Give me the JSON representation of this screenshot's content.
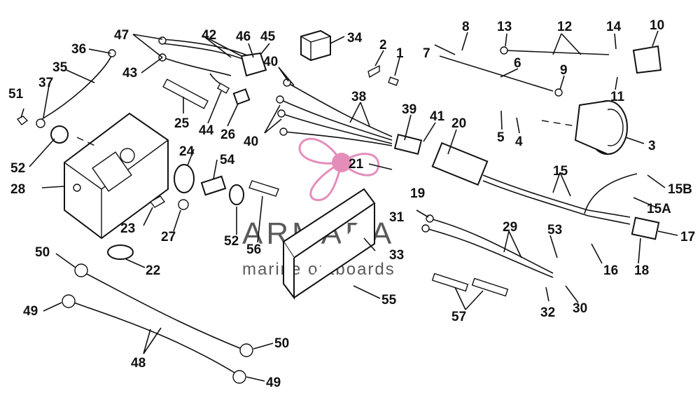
{
  "watermark": {
    "brand": "ARMADA",
    "tagline": "marine outboards",
    "color": "#d23c8c"
  },
  "callouts": [
    {
      "id": "1",
      "label": "1"
    },
    {
      "id": "2",
      "label": "2"
    },
    {
      "id": "3",
      "label": "3"
    },
    {
      "id": "4",
      "label": "4"
    },
    {
      "id": "5",
      "label": "5"
    },
    {
      "id": "6",
      "label": "6"
    },
    {
      "id": "7",
      "label": "7"
    },
    {
      "id": "8",
      "label": "8"
    },
    {
      "id": "9",
      "label": "9"
    },
    {
      "id": "10",
      "label": "10"
    },
    {
      "id": "11",
      "label": "11"
    },
    {
      "id": "12",
      "label": "12"
    },
    {
      "id": "13",
      "label": "13"
    },
    {
      "id": "14",
      "label": "14"
    },
    {
      "id": "15",
      "label": "15"
    },
    {
      "id": "15A",
      "label": "15A"
    },
    {
      "id": "15B",
      "label": "15B"
    },
    {
      "id": "16",
      "label": "16"
    },
    {
      "id": "17",
      "label": "17"
    },
    {
      "id": "18",
      "label": "18"
    },
    {
      "id": "19",
      "label": "19"
    },
    {
      "id": "20",
      "label": "20"
    },
    {
      "id": "21",
      "label": "21"
    },
    {
      "id": "22",
      "label": "22"
    },
    {
      "id": "23",
      "label": "23"
    },
    {
      "id": "24",
      "label": "24"
    },
    {
      "id": "25",
      "label": "25"
    },
    {
      "id": "26",
      "label": "26"
    },
    {
      "id": "27",
      "label": "27"
    },
    {
      "id": "28",
      "label": "28"
    },
    {
      "id": "29",
      "label": "29"
    },
    {
      "id": "30",
      "label": "30"
    },
    {
      "id": "31",
      "label": "31"
    },
    {
      "id": "32",
      "label": "32"
    },
    {
      "id": "33",
      "label": "33"
    },
    {
      "id": "34",
      "label": "34"
    },
    {
      "id": "35",
      "label": "35"
    },
    {
      "id": "36",
      "label": "36"
    },
    {
      "id": "37",
      "label": "37"
    },
    {
      "id": "38",
      "label": "38"
    },
    {
      "id": "39",
      "label": "39"
    },
    {
      "id": "40a",
      "label": "40"
    },
    {
      "id": "40b",
      "label": "40"
    },
    {
      "id": "41",
      "label": "41"
    },
    {
      "id": "42",
      "label": "42"
    },
    {
      "id": "43",
      "label": "43"
    },
    {
      "id": "44",
      "label": "44"
    },
    {
      "id": "45",
      "label": "45"
    },
    {
      "id": "46",
      "label": "46"
    },
    {
      "id": "47",
      "label": "47"
    },
    {
      "id": "48",
      "label": "48"
    },
    {
      "id": "49a",
      "label": "49"
    },
    {
      "id": "49b",
      "label": "49"
    },
    {
      "id": "50a",
      "label": "50"
    },
    {
      "id": "50b",
      "label": "50"
    },
    {
      "id": "51",
      "label": "51"
    },
    {
      "id": "52a",
      "label": "52"
    },
    {
      "id": "52b",
      "label": "52"
    },
    {
      "id": "53",
      "label": "53"
    },
    {
      "id": "54",
      "label": "54"
    },
    {
      "id": "55",
      "label": "55"
    },
    {
      "id": "56",
      "label": "56"
    },
    {
      "id": "57",
      "label": "57"
    }
  ]
}
